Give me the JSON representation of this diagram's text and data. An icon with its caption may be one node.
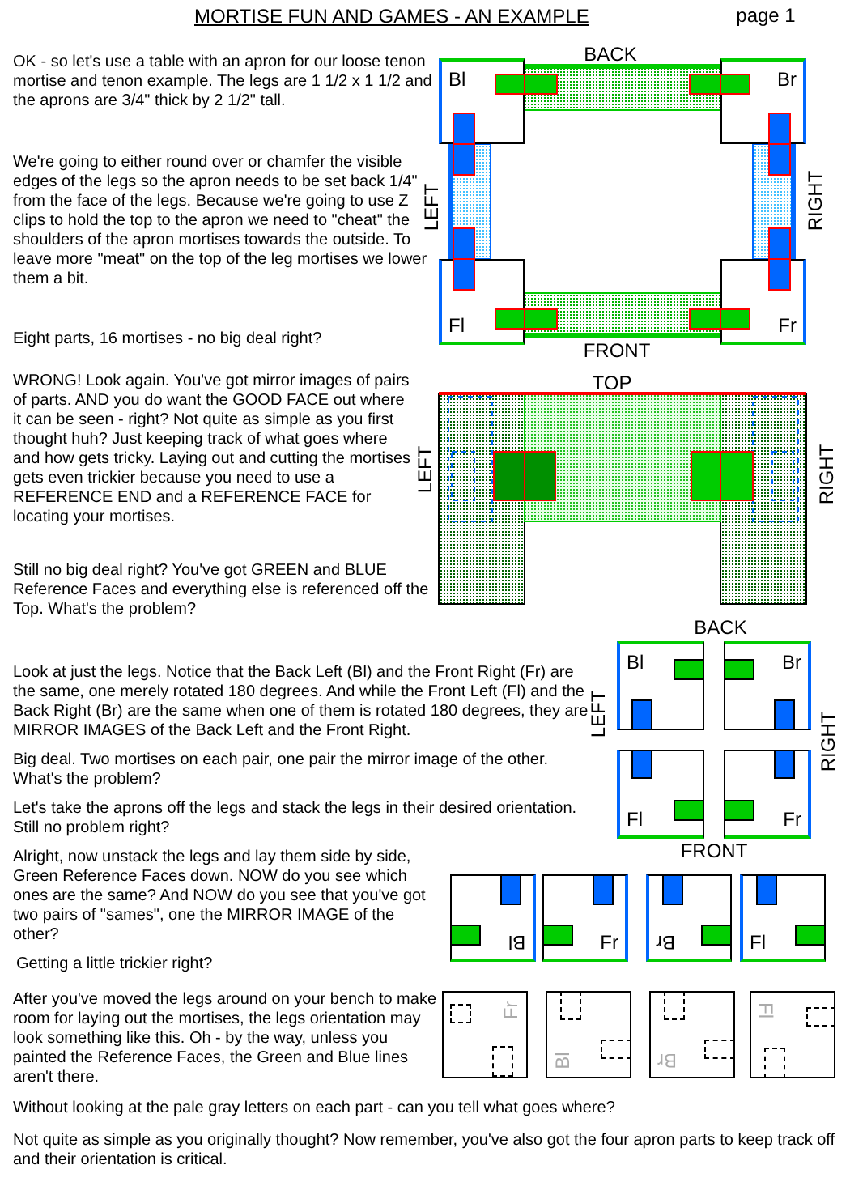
{
  "diagram": {
    "title": "MORTISE FUN AND GAMES - AN EXAMPLE",
    "nodes": [
      {
        "text": [
          "Bl"
        ]
      },
      {
        "text": [
          "Br"
        ]
      },
      {
        "text": [
          "Fl"
        ]
      },
      {
        "text": [
          "Fr"
        ]
      },
      {
        "text": [
          "Bl"
        ]
      },
      {
        "text": [
          "Br"
        ]
      },
      {
        "text": [
          "Fl"
        ]
      },
      {
        "text": [
          "Fr"
        ]
      },
      {
        "text": [
          "Bl"
        ]
      },
      {
        "text": [
          "Fr"
        ]
      },
      {
        "text": [
          "Br"
        ]
      },
      {
        "text": [
          "Fl"
        ]
      },
      {
        "text": [
          "Fr"
        ]
      },
      {
        "text": [
          "Bl"
        ]
      },
      {
        "text": [
          "Br"
        ]
      },
      {
        "text": [
          "Fl"
        ]
      }
    ],
    "labels": [
      "page 1",
      "BACK",
      "OK - so let's use a table with an apron for our loose tenon mortise and tenon example. The legs are 1 1/2 x 1 1/2 and the aprons are 3/4\" thick by 2 1/2\" tall.",
      "We're going to either round over or chamfer the visible edges of the legs so the apron needs to be set back 1/4\" from the face of the legs. Because we're going to use Z clips to hold the top to the apron we need to \"cheat\" the shoulders of the apron mortises towards the outside. To leave more \"meat\" on the top of the leg mortises we lower them a bit.",
      "LEFT",
      "RIGHT",
      "FRONT",
      "Eight parts, 16 mortises - no big deal right?",
      "TOP",
      "WRONG! Look again. You've got mirror images of pairs of parts. AND you do want the GOOD FACE out where it can be seen - right? Not quite as simple as you first thought huh? Just keeping track of what goes where and how gets tricky. Laying out and cutting the mortises gets even trickier because you need to use a REFERENCE END and a REFERENCE FACE for locating your mortises.",
      "LEFT",
      "RIGHT",
      "Still no big deal right? You've got GREEN and BLUE Reference Faces and everything else is referenced off the Top. What's the problem?",
      "BACK",
      "Look at just the legs. Notice that the Back Left (Bl) and the Front Right (Fr) are the same, one merely rotated 180 degrees. And while the Front Left (Fl) and the Back Right (Br) are the same when one of them is rotated 180 degrees, they are MIRROR IMAGES of the Back Left and the Front Right.",
      "LEFT",
      "RIGHT",
      "Big deal. Two mortises on each pair, one pair the mirror image of the other. What's the problem?",
      "Let's take the aprons off the legs and stack the legs in their desired orientation. Still no problem right?",
      "FRONT",
      "Alright, now unstack the legs and lay them side by side, Green Reference Faces down. NOW do you see which ones are the same? And NOW do you see that you've got two pairs of \"sames\", one the MIRROR IMAGE of the other?",
      "Getting a little trickier right?",
      "After you've moved the legs around on your bench to make room for laying out the mortises, the legs orientation may look something like this. Oh - by the way, unless you painted the Reference Faces, the Green and Blue lines aren't there.",
      "Without looking at the pale gray letters on each part - can you tell what goes where?",
      "Not quite as simple as you originally thought? Now remember, you've also got the four apron parts to keep track off and their orientation is critical."
    ]
  }
}
